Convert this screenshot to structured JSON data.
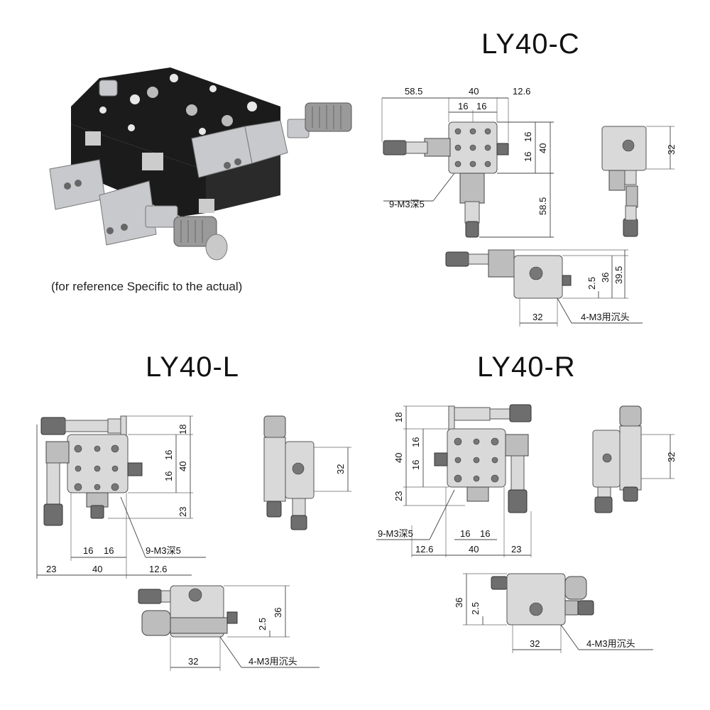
{
  "caption": "(for reference Specific to the actual)",
  "diagrams": {
    "c": {
      "title": "LY40-C",
      "top_dims": [
        "58.5",
        "40",
        "12.6",
        "16",
        "16"
      ],
      "right_dims": [
        "16",
        "16",
        "40"
      ],
      "side_dims": [
        "32"
      ],
      "vert_dims": [
        "58.5"
      ],
      "bottom_dims": [
        "2.5",
        "36",
        "39.5",
        "32"
      ],
      "notes": [
        "9-M3深5",
        "4-M3用沉头"
      ]
    },
    "l": {
      "title": "LY40-L",
      "right_dims": [
        "18",
        "16",
        "16",
        "40",
        "23"
      ],
      "side_dims": [
        "32"
      ],
      "bottom_dims": [
        "16",
        "16",
        "23",
        "40",
        "12.6"
      ],
      "elev_dims": [
        "2.5",
        "36",
        "32"
      ],
      "notes": [
        "9-M3深5",
        "4-M3用沉头"
      ]
    },
    "r": {
      "title": "LY40-R",
      "left_dims": [
        "18",
        "16",
        "16",
        "40",
        "23"
      ],
      "side_dims": [
        "32"
      ],
      "bottom_dims": [
        "16",
        "16",
        "12.6",
        "40",
        "23"
      ],
      "elev_dims": [
        "36",
        "2.5",
        "32"
      ],
      "notes": [
        "9-M3深5",
        "4-M3用沉头"
      ]
    }
  },
  "colors": {
    "stage_body": "#1b1b1b",
    "aluminum": "#c7c9cc",
    "drawing_fill": "#d9d9d9"
  }
}
